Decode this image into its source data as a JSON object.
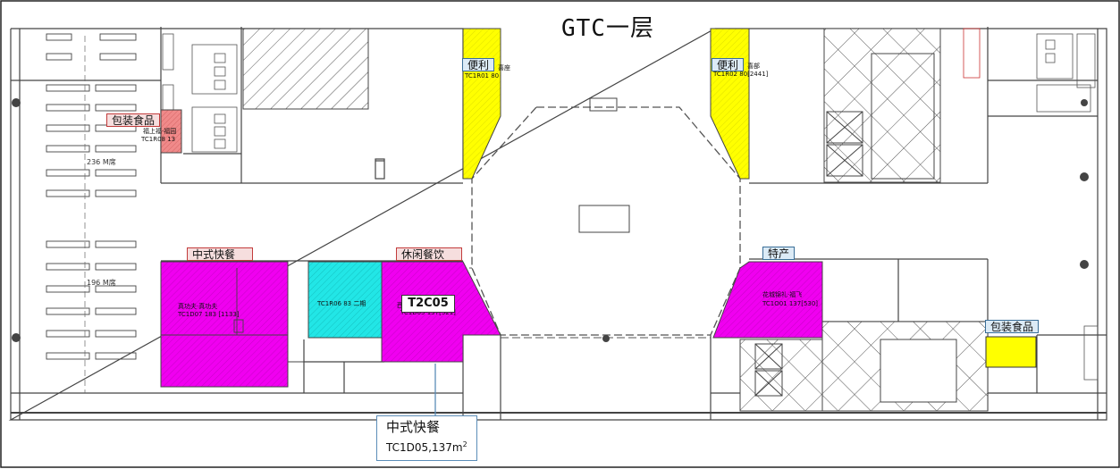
{
  "title": "GTC一层",
  "highlight_label": "T2C05",
  "callout": {
    "category": "中式快餐",
    "code_area": "TC1D05,137m",
    "area_unit_sup": "2"
  },
  "tags": {
    "packaged_food_top": "包装食品",
    "chinese_fastfood": "中式快餐",
    "casual_dining": "休闲餐饮",
    "convenience_left": "便利",
    "convenience_right": "便利",
    "specialty": "特产",
    "packaged_food_right": "包装食品"
  },
  "small_labels": {
    "pkg_shop_name": "福上福·福园",
    "pkg_shop_code": "TC1R08 13",
    "conv_left_code": "TC1R01 80",
    "conv_left_suffix": "喜座",
    "conv_right_code": "TC1R02 80[2441]",
    "conv_right_suffix": "喜部",
    "chinese_name": "真功夫·真功夫",
    "chinese_code": "TC1D07 183 [1133]",
    "cyan_shop": "TC1R06 83 二期",
    "casual_code": "TC1D05 137[521]",
    "casual_prefix": "西",
    "specialty_name": "花城锦礼·福飞",
    "specialty_code": "TC1O01 137[530]"
  },
  "seats": {
    "upper": "236 M席",
    "lower": "196 M席"
  },
  "colors": {
    "magenta": "#f000f0",
    "cyan": "#22e6e6",
    "yellow": "#ffff00",
    "salmon": "#f08a8a",
    "callout_border": "#5b8db8"
  }
}
